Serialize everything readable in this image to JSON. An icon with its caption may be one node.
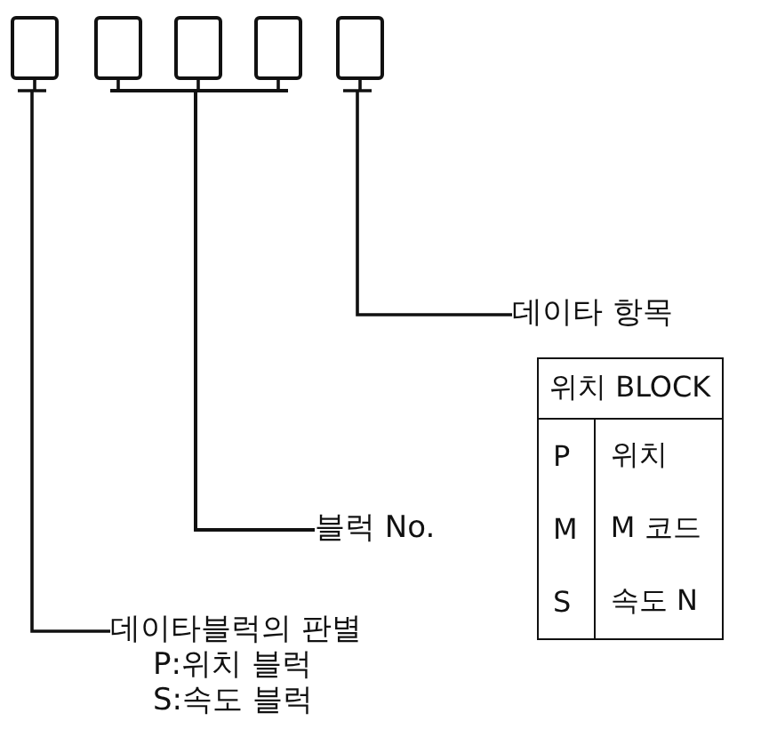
{
  "diagram": {
    "nodes": [
      {
        "text": [],
        "shape": "box"
      },
      {
        "text": [],
        "shape": "box"
      },
      {
        "text": [],
        "shape": "box"
      },
      {
        "text": [],
        "shape": "box"
      },
      {
        "text": [],
        "shape": "box"
      },
      {
        "text": [
          "데이타 항목"
        ]
      },
      {
        "text": [
          "블럭 No."
        ]
      },
      {
        "text": [
          "데이타블럭의 판별",
          "P:위치 블럭",
          "S:속도 블럭"
        ]
      }
    ],
    "edges": [
      {
        "from": 0,
        "to": 7,
        "arrow": "none"
      },
      {
        "from": 1,
        "to": 6,
        "arrow": "none"
      },
      {
        "from": 2,
        "to": 6,
        "arrow": "none"
      },
      {
        "from": 3,
        "to": 6,
        "arrow": "none"
      },
      {
        "from": 4,
        "to": 5,
        "arrow": "none"
      }
    ],
    "labels": [
      "위치 BLOCK",
      "P",
      "위치",
      "M",
      "M 코드",
      "S",
      "속도 N"
    ]
  }
}
